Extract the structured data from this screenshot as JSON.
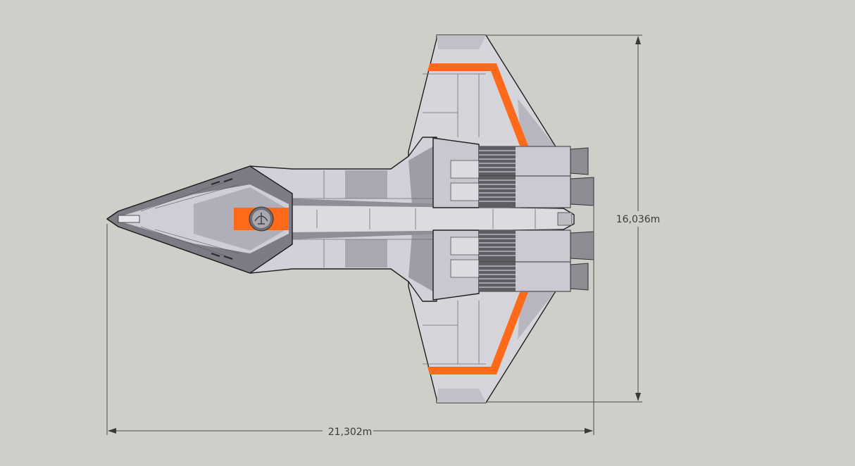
{
  "drawing": {
    "subject": "ship-top-view",
    "dimensions": {
      "length": "21,302m",
      "width": "16,036m"
    },
    "colors": {
      "background": "#cfcfc9",
      "hull": "#d4d3db",
      "hull_dark": "#9c9ba3",
      "accent_stripe": "#ff6a1a",
      "engine_nozzle": "#8c8c92",
      "dimension_lines": "#4a4a4a"
    },
    "icons": [
      "emblem-icon"
    ]
  }
}
